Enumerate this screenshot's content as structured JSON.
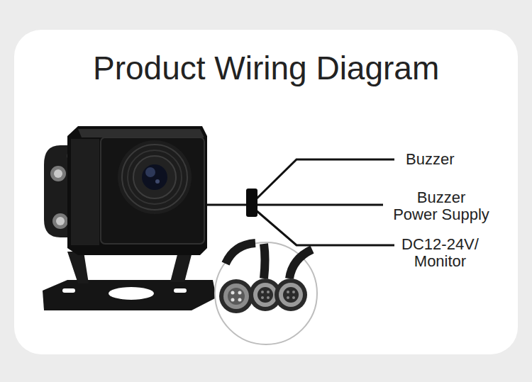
{
  "diagram": {
    "title": "Product Wiring Diagram",
    "labels": [
      "Buzzer",
      "Buzzer Power Supply",
      "DC12-24V/ Monitor"
    ]
  }
}
